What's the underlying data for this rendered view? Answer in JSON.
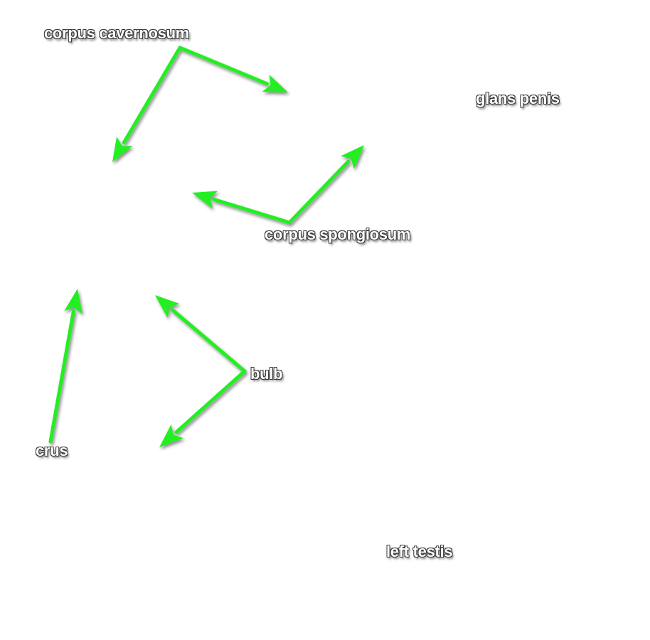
{
  "labels": {
    "corpus_cavernosum": "corpus cavernosum",
    "glans_penis": "glans penis",
    "corpus_spongiosum": "corpus spongiosum",
    "bulb": "bulb",
    "crus": "crus",
    "left_testis": "left testis"
  },
  "colors": {
    "arrow": "#22ee22",
    "label_text": "#ffffff",
    "label_outline": "#3a3a3a",
    "background": "#ffffff"
  }
}
